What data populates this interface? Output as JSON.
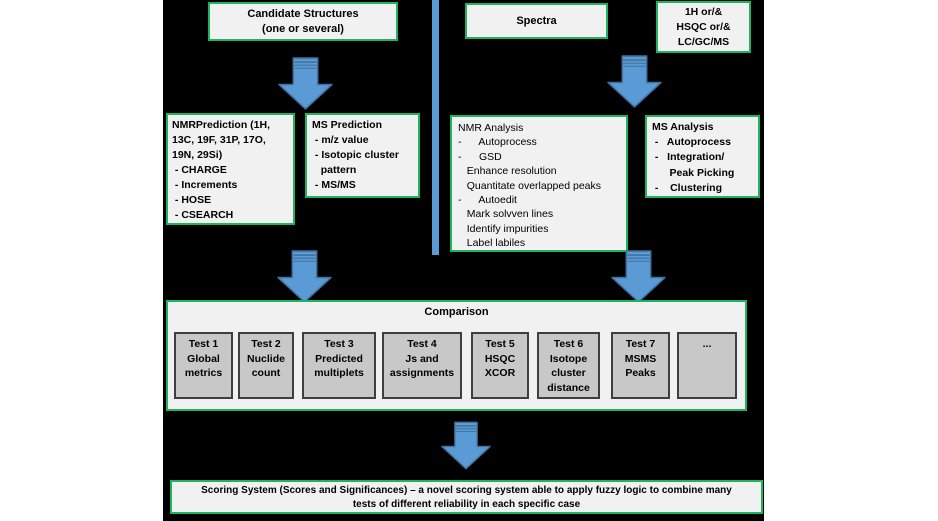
{
  "colors": {
    "background_panel": "#000000",
    "page": "#ffffff",
    "box_border_green": "#1cb45f",
    "box_fill": "#f1f1f1",
    "test_box_fill": "#c8c8c8",
    "test_box_border": "#3f3f3f",
    "arrow_fill": "#5b9bd5",
    "arrow_stroke": "#41719c",
    "divider_blue": "#5b9bd5",
    "text": "#000000"
  },
  "icons": {
    "down_arrow": "block-down-arrow"
  },
  "top_row": {
    "candidate_structures": {
      "lines": [
        "Candidate Structures",
        "(one or several)"
      ]
    },
    "spectra": {
      "label": "Spectra"
    },
    "raw_inputs": {
      "lines": [
        "1H or/&",
        "HSQC or/&",
        "LC/GC/MS"
      ]
    }
  },
  "prediction_row": {
    "nmr_prediction": {
      "lines": [
        "NMRPrediction (1H,",
        "13C, 19F, 31P, 17O,",
        "19N, 29Si)",
        " - CHARGE",
        " - Increments",
        " - HOSE",
        " - CSEARCH"
      ]
    },
    "ms_prediction": {
      "lines": [
        "MS Prediction",
        " - m/z value",
        " - Isotopic cluster",
        "   pattern",
        " - MS/MS"
      ]
    }
  },
  "analysis_row": {
    "nmr_analysis": {
      "lines": [
        "NMR Analysis",
        "-      Autoprocess",
        "-      GSD",
        "   Enhance resolution",
        "   Quantitate overlapped peaks",
        "-      Autoedit",
        "   Mark solvven lines",
        "   Identify impurities",
        "   Label labiles"
      ]
    },
    "ms_analysis": {
      "lines": [
        "MS Analysis",
        " -   Autoprocess",
        " -   Integration/",
        "      Peak Picking",
        " -    Clustering"
      ]
    }
  },
  "comparison": {
    "title": "Comparison",
    "tests": [
      {
        "lines": [
          "Test 1",
          "Global",
          "metrics"
        ]
      },
      {
        "lines": [
          "Test 2",
          "Nuclide",
          "count"
        ]
      },
      {
        "lines": [
          "Test 3",
          "Predicted",
          "multiplets"
        ]
      },
      {
        "lines": [
          "Test 4",
          "Js and",
          "assignments"
        ]
      },
      {
        "lines": [
          "Test 5",
          "HSQC",
          "XCOR"
        ]
      },
      {
        "lines": [
          "Test 6",
          "Isotope",
          "cluster",
          "distance"
        ]
      },
      {
        "lines": [
          "Test 7",
          "MSMS",
          "Peaks"
        ]
      },
      {
        "lines": [
          "..."
        ]
      }
    ]
  },
  "scoring": {
    "lines": [
      "Scoring System (Scores and Significances) – a novel scoring system able to apply fuzzy logic to combine many",
      "tests of different reliability in each specific case"
    ]
  }
}
